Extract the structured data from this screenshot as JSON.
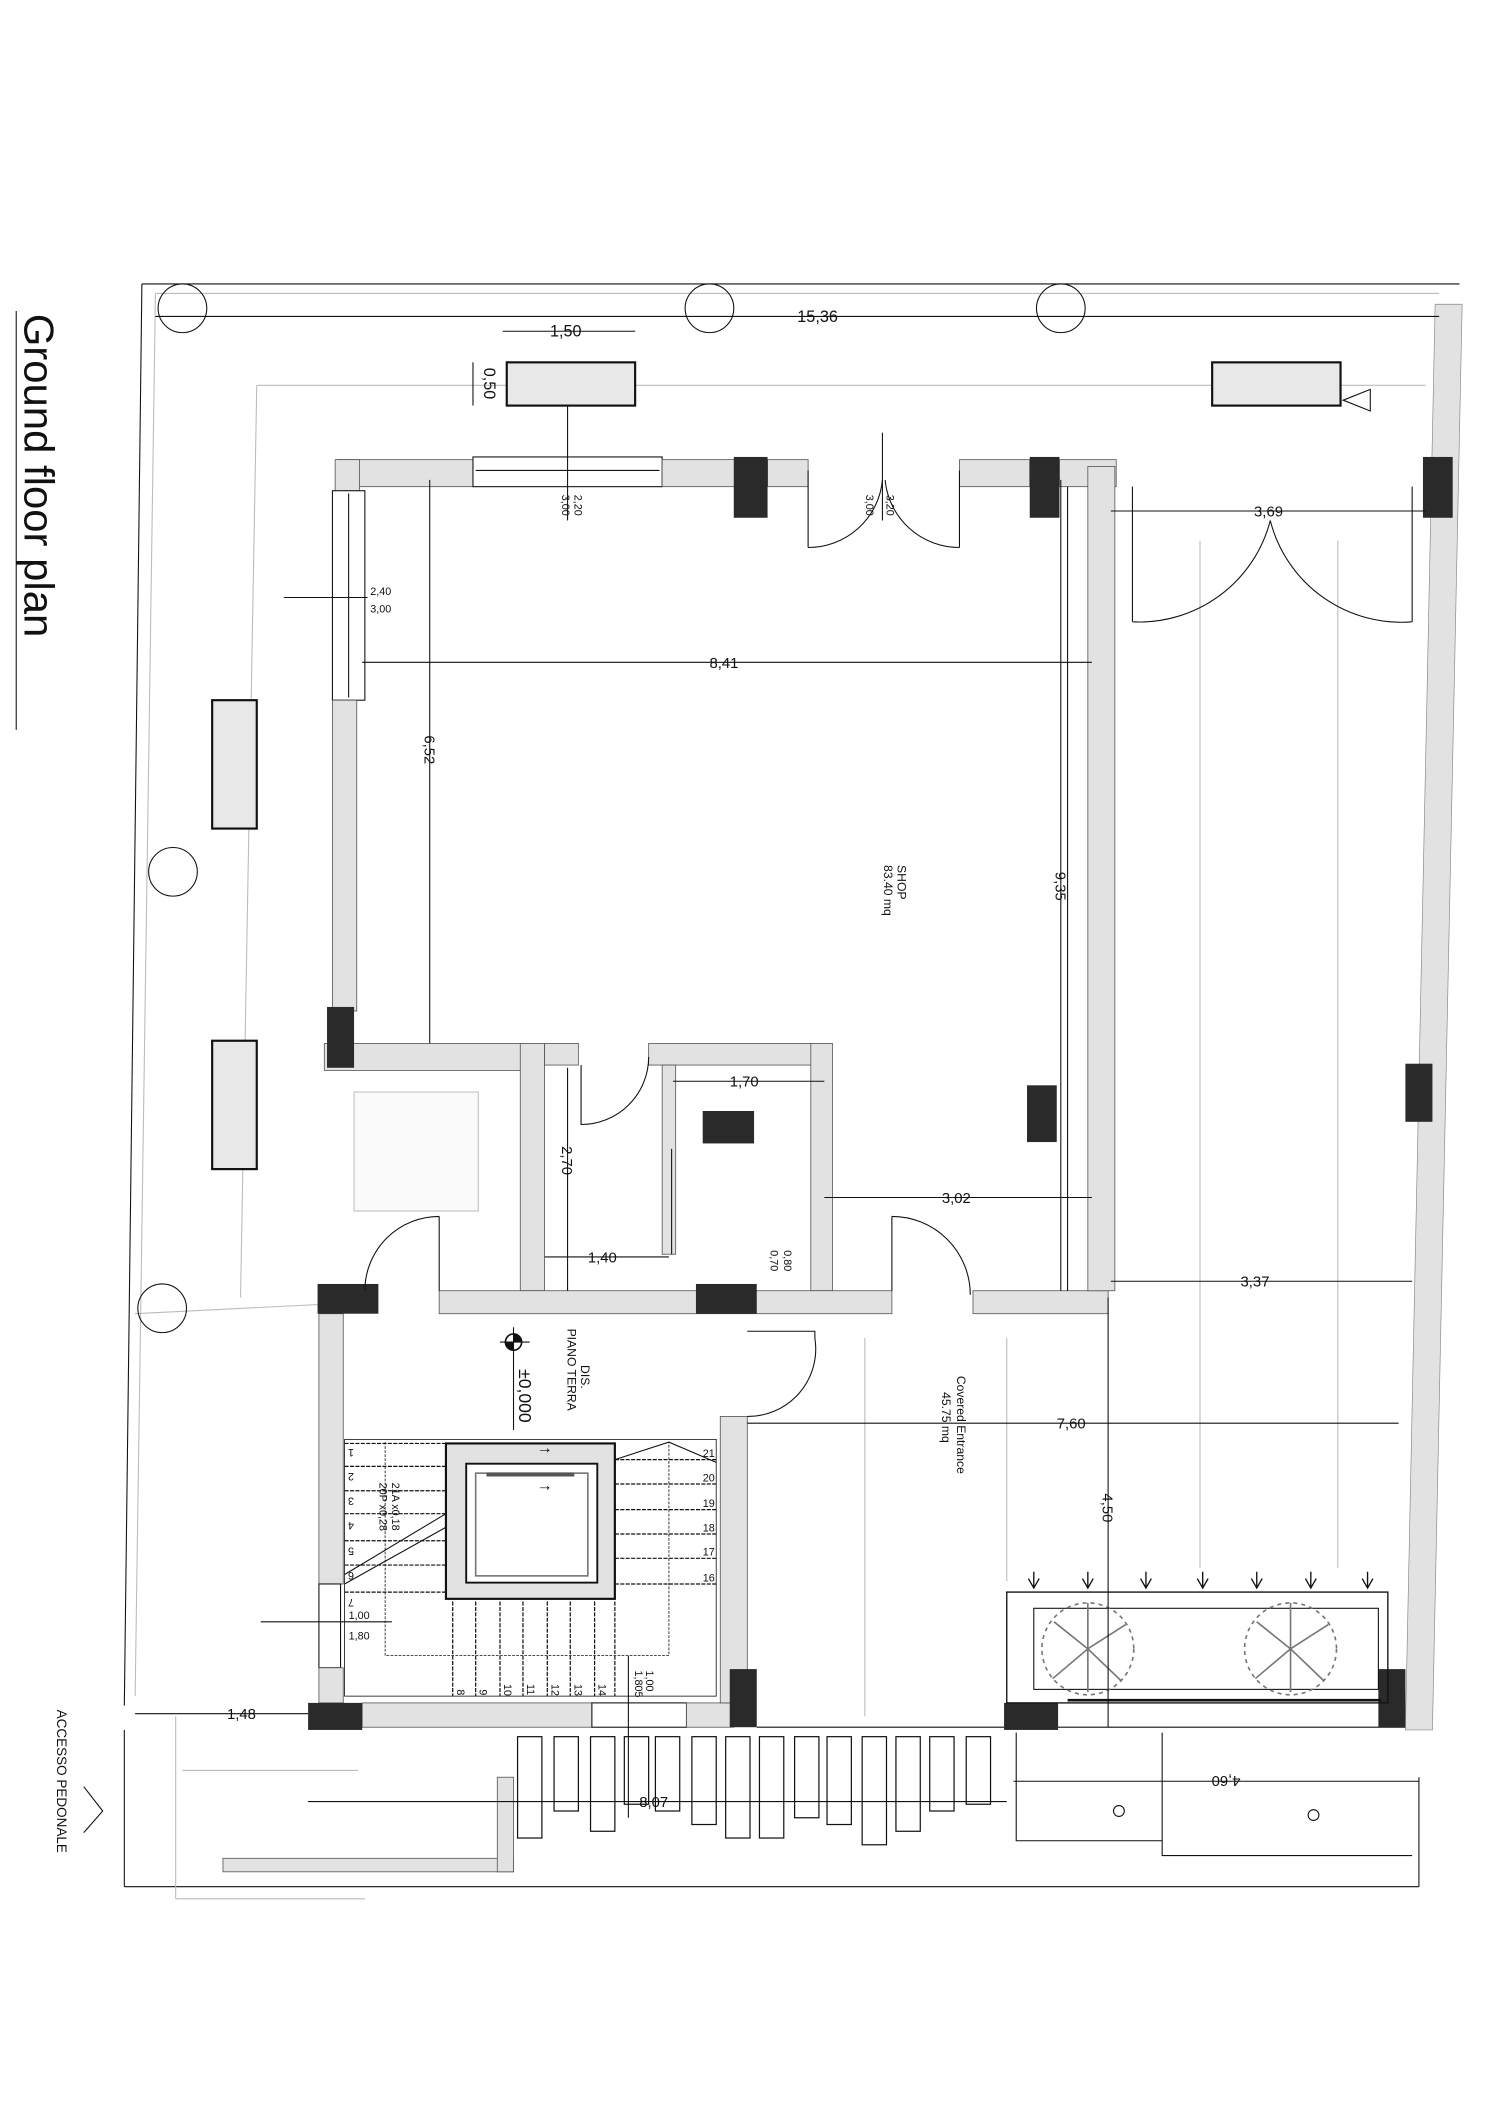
{
  "title": "Ground floor plan",
  "rooms": {
    "shop_name": "SHOP",
    "shop_area": "83.40 mq",
    "entrance_name": "Covered Entrance",
    "entrance_area": "45.75 mq",
    "landing_name": "DIS.",
    "landing_level": "PIANO TERRA",
    "elevation": "±0,000"
  },
  "dimensions": {
    "overall_width": "15,36",
    "planter_width": "1,50",
    "planter_depth": "0,50",
    "window_top_h": "2,20",
    "window_top_w": "3,00",
    "door_top_h": "3,20",
    "door_top_w": "3,00",
    "window_left_h": "2,40",
    "window_left_w": "3,00",
    "shop_width": "8,41",
    "shop_left_len": "6,52",
    "shop_right_len": "9,35",
    "entrance_door": "3,69",
    "bath_width": "1,70",
    "bath_length": "2,70",
    "wc_width": "1,40",
    "bath_door_h": "0,80",
    "bath_door_w": "0,70",
    "corridor": "3,02",
    "side_strip": "3,37",
    "entrance_width": "7,60",
    "entrance_depth": "4,50",
    "stair_window_h": "1,00",
    "stair_window_w": "1,80",
    "stair_door_h": "1,00",
    "stair_door_w": "1,805",
    "front_left": "1,48",
    "front_steps": "8,07",
    "front_right": "4,60"
  },
  "stairs": {
    "steps_left": [
      "1",
      "2",
      "3",
      "4",
      "5",
      "6",
      "7"
    ],
    "steps_bottom": [
      "8",
      "9",
      "10",
      "11",
      "12",
      "13",
      "14"
    ],
    "steps_right": [
      "16",
      "17",
      "18",
      "19",
      "20",
      "21"
    ],
    "risers": "21A x0,18",
    "treads": "20P x0,28"
  },
  "access_label": "ACCESSO PEDONALE"
}
